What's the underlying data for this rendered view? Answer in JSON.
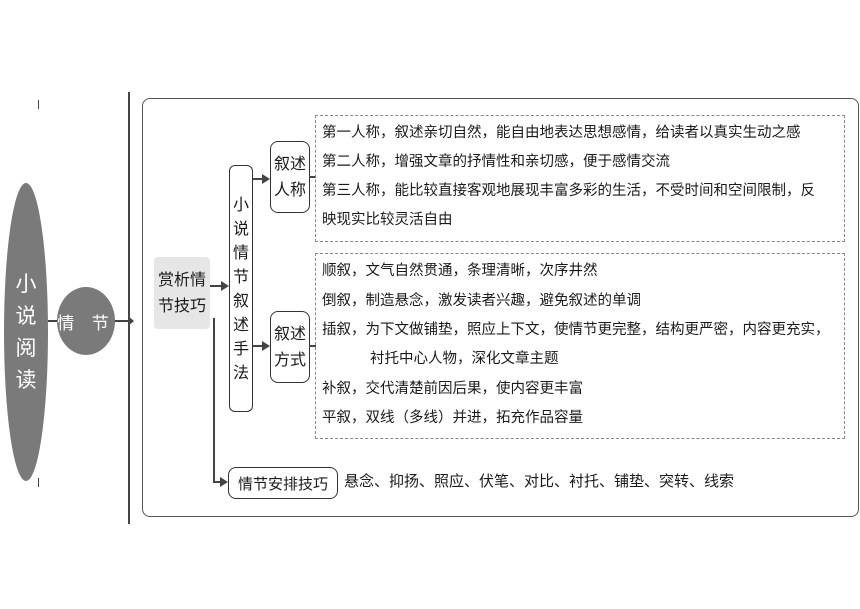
{
  "main_topic": [
    "小",
    "说",
    "阅",
    "读"
  ],
  "sub_topic": "情 节",
  "analysis_box": [
    "赏析情",
    "节技巧"
  ],
  "narration_method": [
    "小",
    "说",
    "情",
    "节",
    "叙",
    "述",
    "手",
    "法"
  ],
  "person": {
    "label": [
      "叙述",
      "人称"
    ],
    "lines": [
      "第一人称，叙述亲切自然，能自由地表达思想感情，给读者以真实生动之感",
      "第二人称，增强文章的抒情性和亲切感，便于感情交流",
      "第三人称，能比较直接客观地展现丰富多彩的生活，不受时间和空间限制，反",
      "映现实比较灵活自由"
    ]
  },
  "method": {
    "label": [
      "叙述",
      "方式"
    ],
    "lines": [
      "顺叙，文气自然贯通，条理清晰，次序井然",
      "倒叙，制造悬念，激发读者兴趣，避免叙述的单调",
      "插叙，为下文做铺垫，照应上下文，使情节更完整，结构更严密，内容更充实，",
      "衬托中心人物，深化文章主题",
      "补叙，交代清楚前因后果，使内容更丰富",
      "平叙，双线（多线）并进，拓充作品容量"
    ]
  },
  "arrangement": {
    "label": "情节安排技巧",
    "text": "悬念、抑扬、照应、伏笔、对比、衬托、铺垫、突转、线索"
  }
}
